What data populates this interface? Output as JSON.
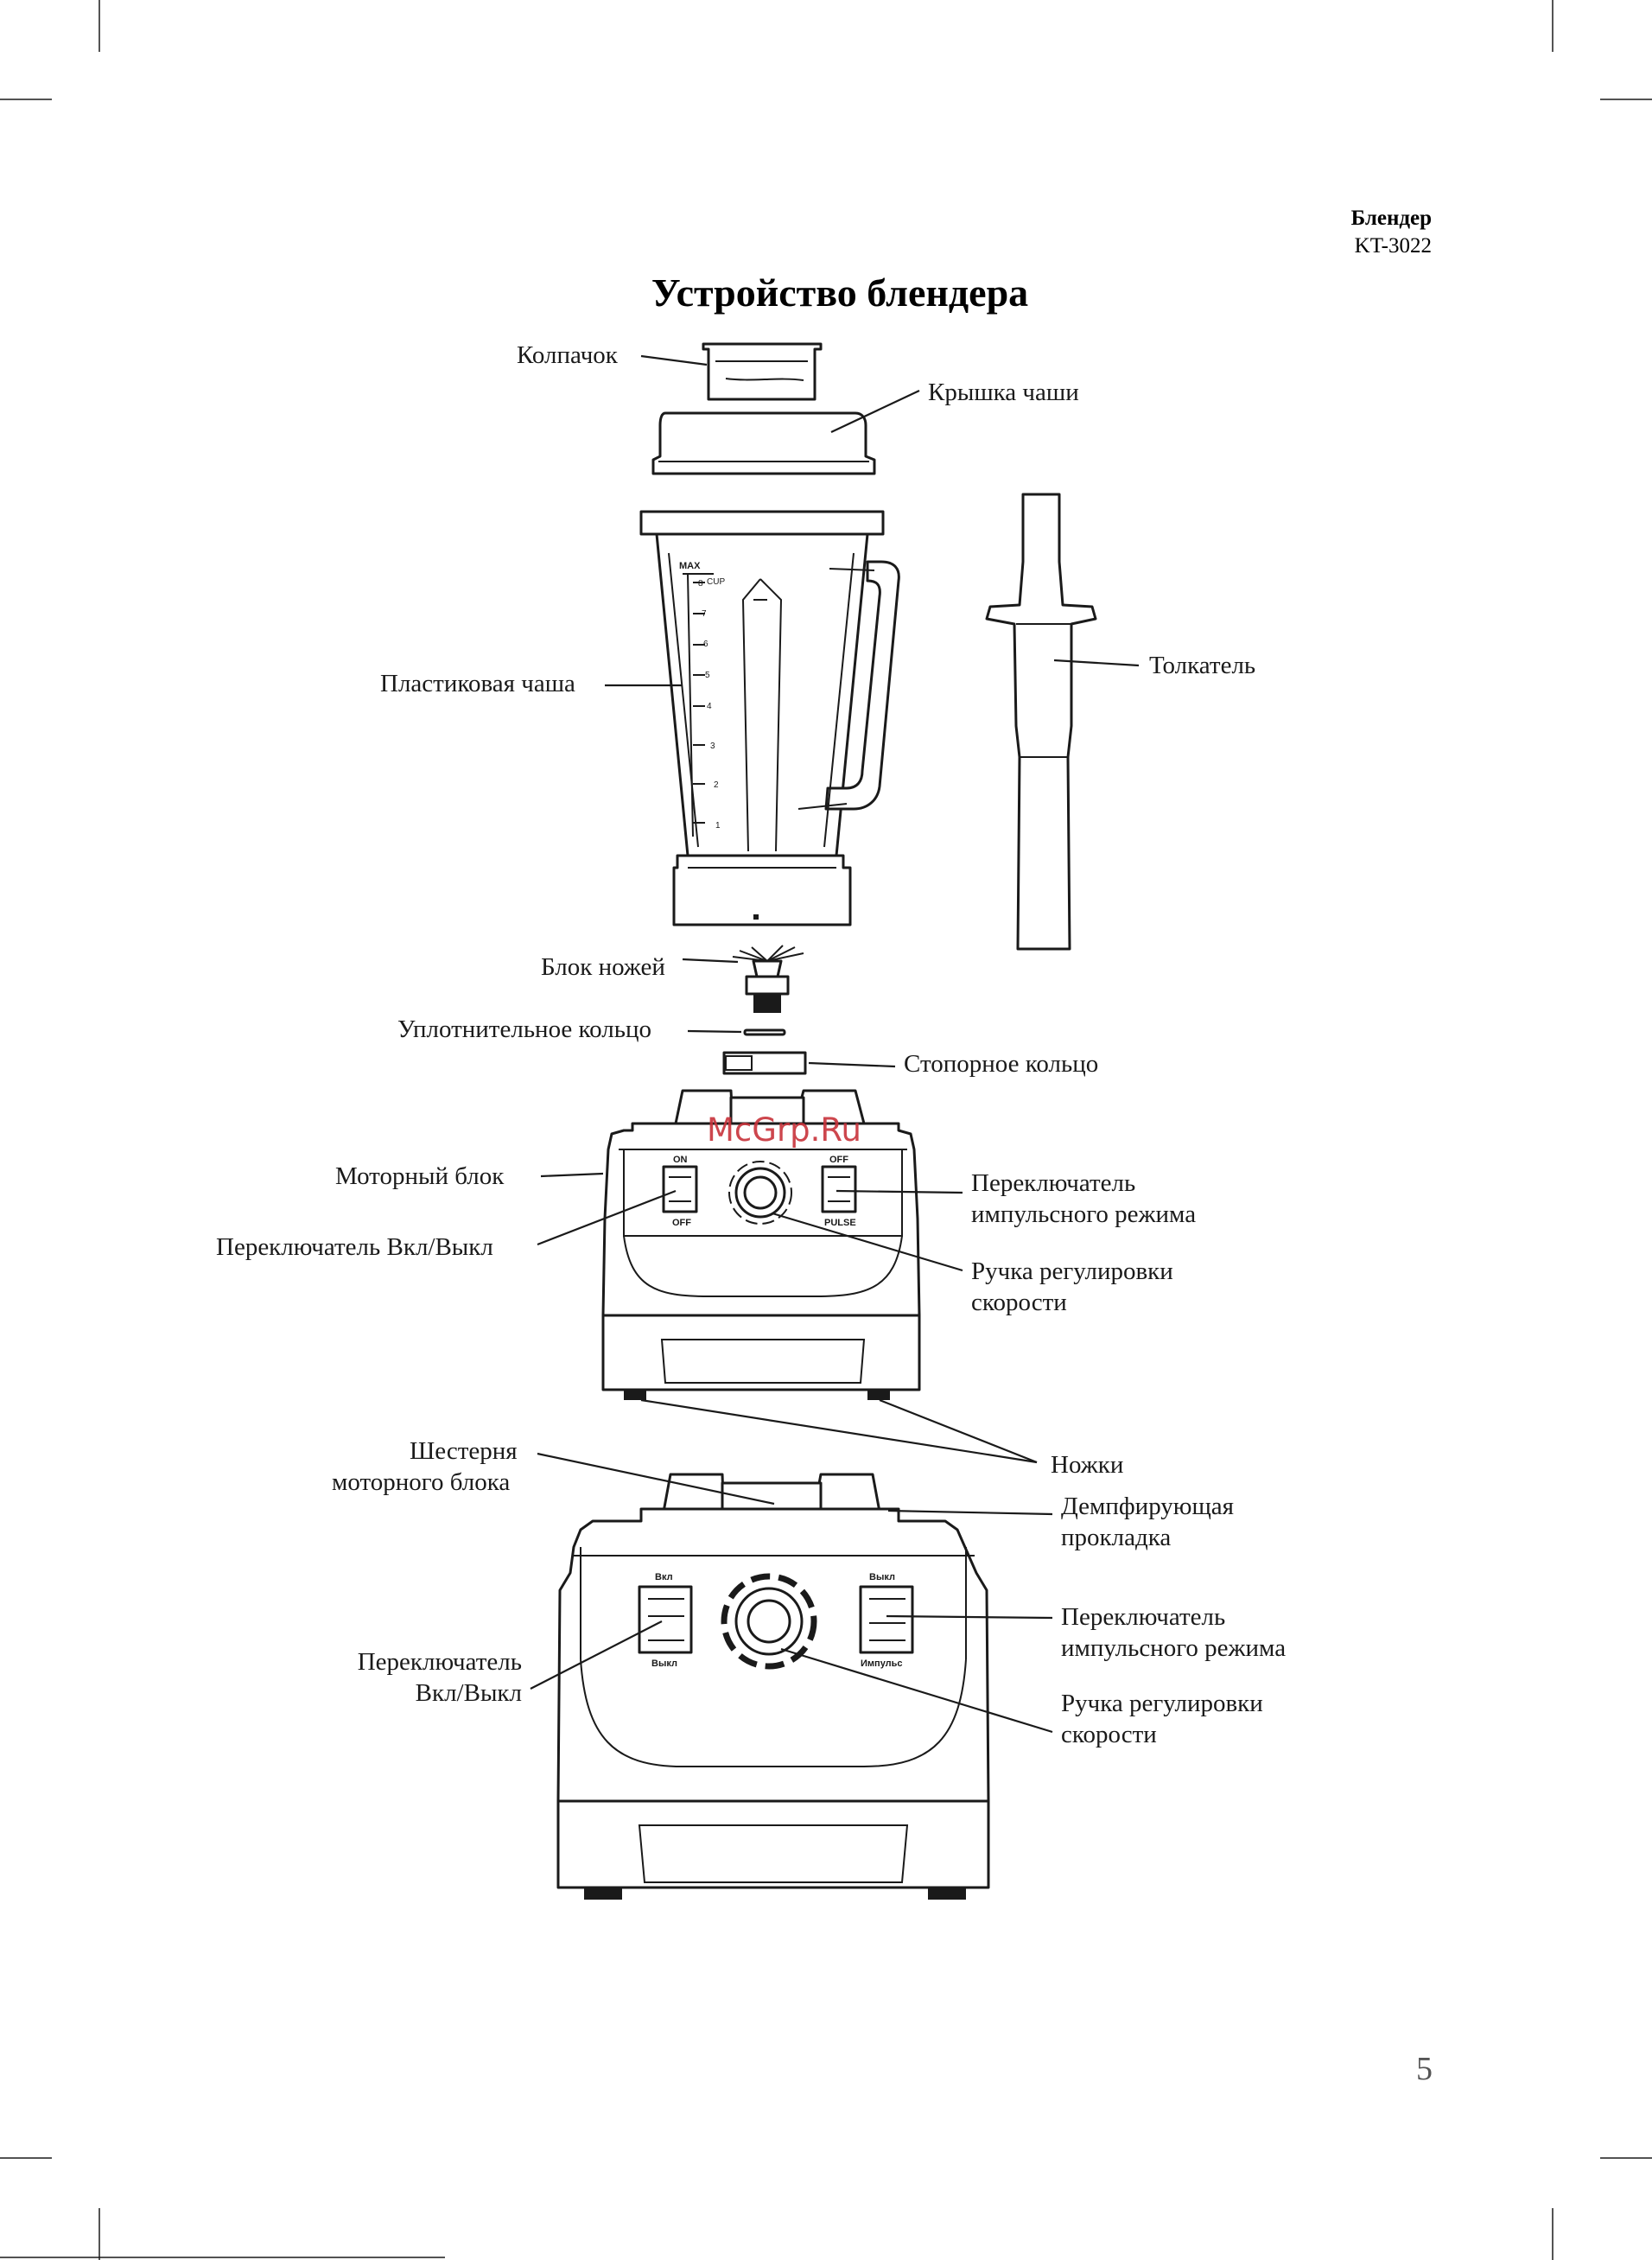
{
  "header": {
    "product": "Блендер",
    "model": "KT-3022"
  },
  "title": "Устройство блендера",
  "watermark": "McGrp.Ru",
  "page_number": "5",
  "labels": {
    "cap": "Колпачок",
    "lid": "Крышка чаши",
    "jar": "Пластиковая чаша",
    "pusher": "Толкатель",
    "blade": "Блок ножей",
    "seal": "Уплотнительное кольцо",
    "lock_ring": "Стопорное кольцо",
    "motor": "Моторный блок",
    "onoff1": "Переключатель Вкл/Выкл",
    "pulse1": [
      "Переключатель",
      "импульсного режима"
    ],
    "knob1": [
      "Ручка регулировки",
      "скорости"
    ],
    "feet": "Ножки",
    "gear": [
      "Шестерня",
      "моторного блока"
    ],
    "damper": [
      "Демпфирующая",
      "прокладка"
    ],
    "pulse2": [
      "Переключатель",
      "импульсного режима"
    ],
    "onoff2": [
      "Переключатель",
      "Вкл/Выкл"
    ],
    "knob2": [
      "Ручка регулировки",
      "скорости"
    ]
  },
  "jar_scale": {
    "max": "MAX",
    "cup": "CUP",
    "cups": [
      "1",
      "2",
      "3",
      "4",
      "5",
      "6",
      "7",
      "8"
    ]
  },
  "panel_en": {
    "on": "ON",
    "off": "OFF",
    "pulse_off": "OFF",
    "pulse": "PULSE"
  },
  "panel_ru": {
    "on": "Вкл",
    "off": "Выкл",
    "pulse_off": "Выкл",
    "pulse": "Импульс"
  }
}
